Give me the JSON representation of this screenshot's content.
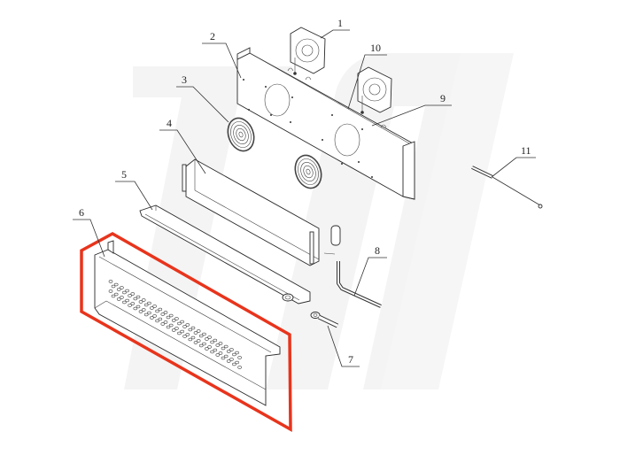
{
  "diagram": {
    "type": "exploded-parts-diagram",
    "watermark": {
      "text": "TM",
      "color": "#f3f3f3"
    },
    "highlight": {
      "part": "6",
      "color": "#e8341c"
    },
    "callouts": [
      {
        "id": "1",
        "label": "1",
        "part": "fan"
      },
      {
        "id": "2",
        "label": "2",
        "part": "fan mounting panel"
      },
      {
        "id": "3",
        "label": "3",
        "part": "fan guard"
      },
      {
        "id": "4",
        "label": "4",
        "part": "evaporator coil"
      },
      {
        "id": "5",
        "label": "5",
        "part": "drip tray"
      },
      {
        "id": "6",
        "label": "6",
        "part": "perforated front cover"
      },
      {
        "id": "7",
        "label": "7",
        "part": "drain fitting"
      },
      {
        "id": "8",
        "label": "8",
        "part": "L-shaped tube"
      },
      {
        "id": "9",
        "label": "9",
        "part": "bracket"
      },
      {
        "id": "10",
        "label": "10",
        "part": "fan"
      },
      {
        "id": "11",
        "label": "11",
        "part": "sensor probe"
      }
    ]
  }
}
